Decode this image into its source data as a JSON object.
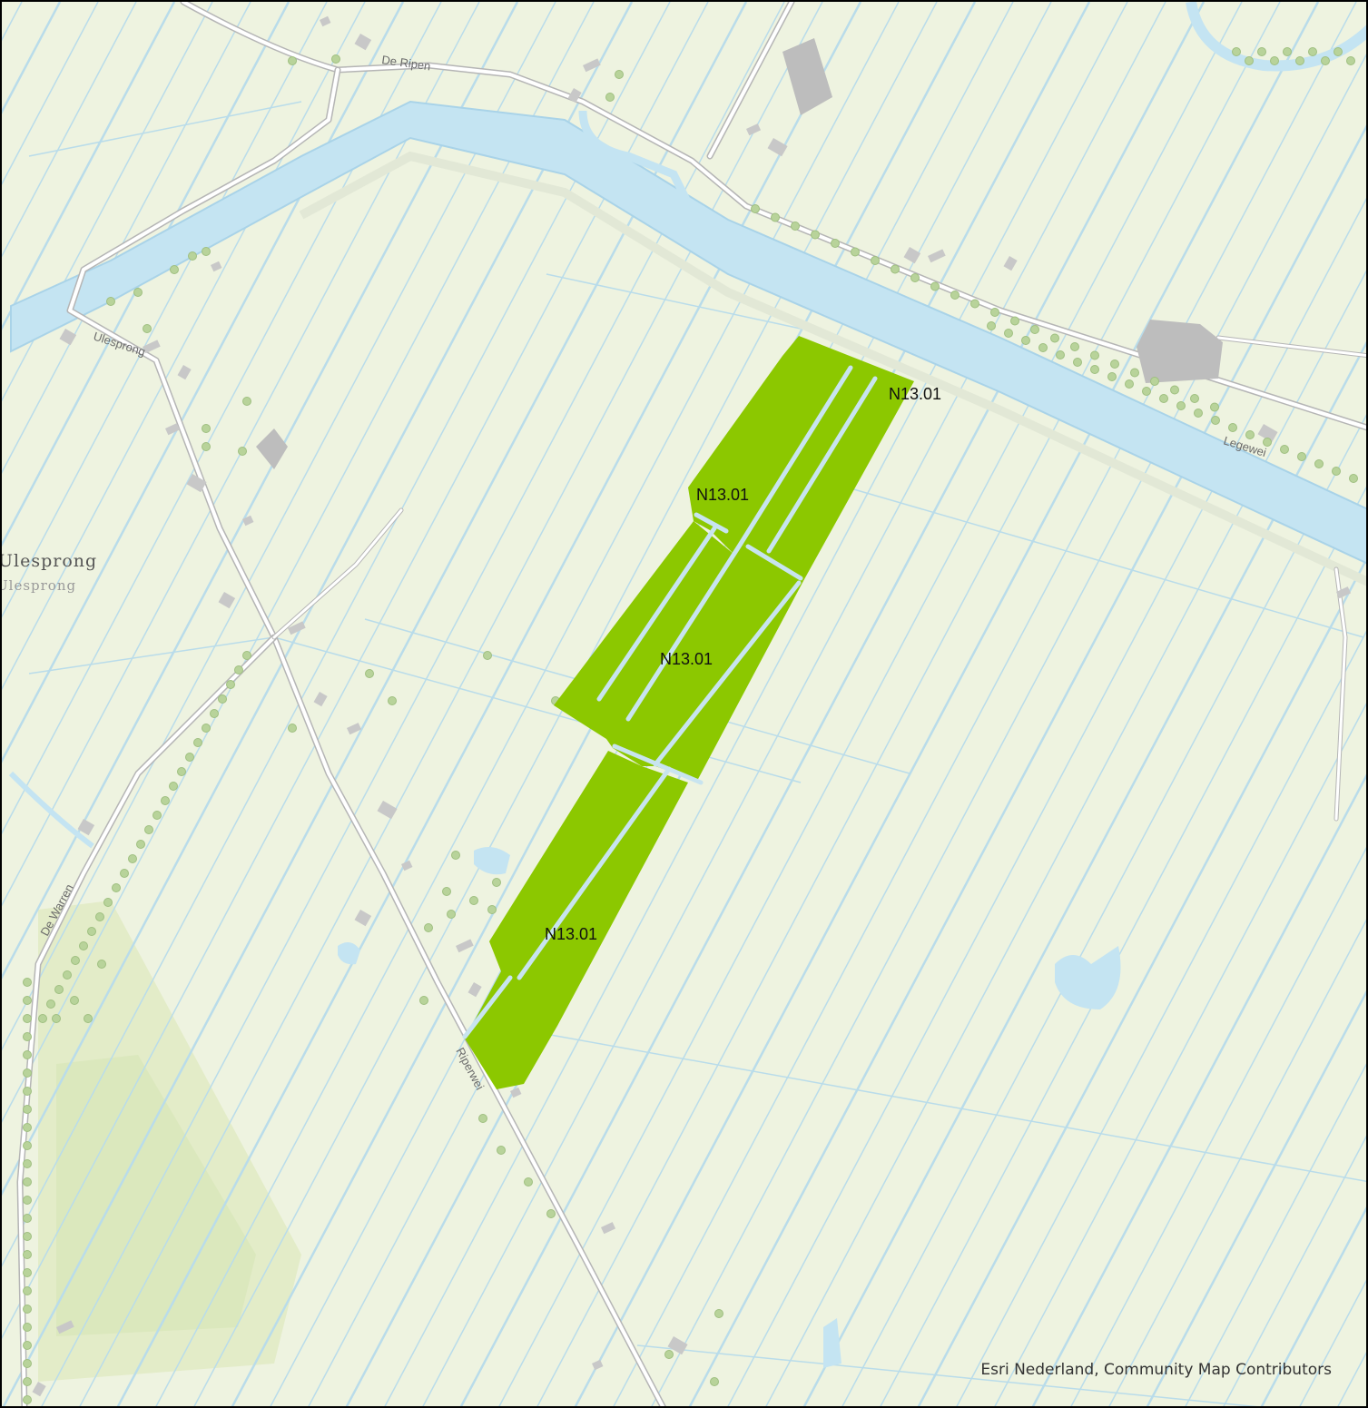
{
  "map": {
    "road_labels": {
      "de_ripen": "De Ripen",
      "ulesprong": "Ulesprong",
      "legewei": "Legewei",
      "de_warren": "De Warren",
      "riperwei": "Riperwei"
    },
    "place_labels": {
      "main": "Ulesprong",
      "sub": "Ulesprong"
    },
    "parcel_labels": [
      "N13.01",
      "N13.01",
      "N13.01",
      "N13.01"
    ],
    "attribution": "Esri Nederland, Community Map Contributors",
    "colors": {
      "land": "#eef3e0",
      "water": "#c4e4f2",
      "ditch": "#b9dcea",
      "road": "#ffffff",
      "building": "#c8c8c8",
      "tree": "#b8d39a",
      "parcel_fill": "#8cc800",
      "frame": "#000000"
    }
  }
}
